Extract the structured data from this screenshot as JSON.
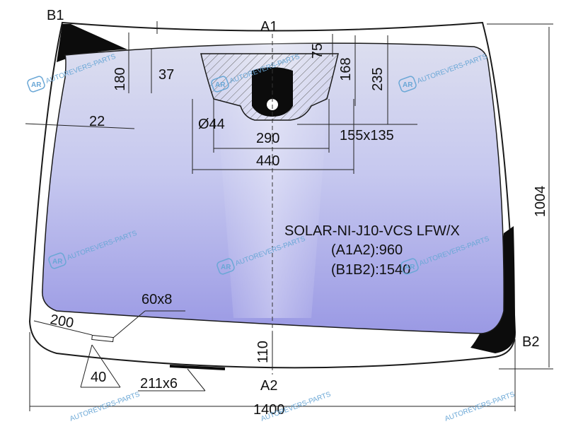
{
  "labels": {
    "a1": "A1",
    "a2": "A2",
    "b1": "B1",
    "b2": "B2"
  },
  "dimensions": {
    "d180": "180",
    "d37": "37",
    "d75": "75",
    "d168": "168",
    "d235": "235",
    "d22": "22",
    "d44": "Ø44",
    "d290": "290",
    "d155": "155x135",
    "d440": "440",
    "d1004": "1004",
    "d60x8": "60x8",
    "d200": "200",
    "d40": "40",
    "d110": "110",
    "d211x6": "211x6",
    "d1400": "1400"
  },
  "spec": {
    "model": "SOLAR-NI-J10-VCS LFW/X",
    "a1a2": "(A1A2):960",
    "b1b2": "(B1B2):1540"
  },
  "watermark": {
    "text": "AUTOREVERS-PARTS",
    "logo": "AR"
  },
  "colors": {
    "glass_top": "#d9dcef",
    "glass_mid": "#c3c6ee",
    "glass_bottom": "#9c9be6",
    "black_ceramic": "#0c0c0c",
    "outline": "#1a1a1a",
    "watermark": "#6aa7d6"
  }
}
